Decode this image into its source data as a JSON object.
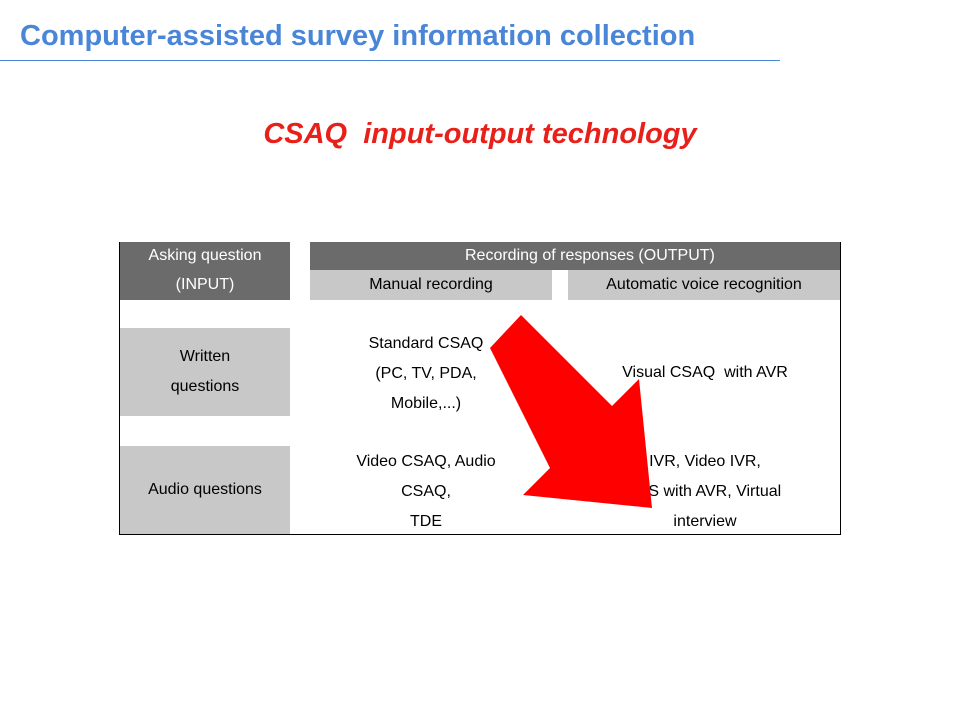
{
  "header": {
    "title": "Computer-assisted survey information collection",
    "subtitle": "CSAQ  input-output technology"
  },
  "table": {
    "header_input_line1": "Asking  question",
    "header_input_line2": "(INPUT)",
    "header_output": "Recording of responses (OUTPUT)",
    "sub_manual": "Manual recording",
    "sub_auto": "Automatic voice recognition",
    "rows": [
      {
        "label_line1": "Written",
        "label_line2": "questions",
        "manual_line1": "Standard CSAQ",
        "manual_line2": "(PC, TV, PDA,",
        "manual_line3": "Mobile,...)",
        "auto": "Visual CSAQ  with AVR"
      },
      {
        "label": "Audio questions",
        "manual_line1": "Video CSAQ, Audio",
        "manual_line2": "CSAQ,",
        "manual_line3": "TDE",
        "auto_line1": "IVR, Video IVR,",
        "auto_line2": "TTS with AVR, Virtual",
        "auto_line3": "interview"
      }
    ]
  },
  "arrow": {
    "color": "#ff0000",
    "direction": "down-right"
  }
}
